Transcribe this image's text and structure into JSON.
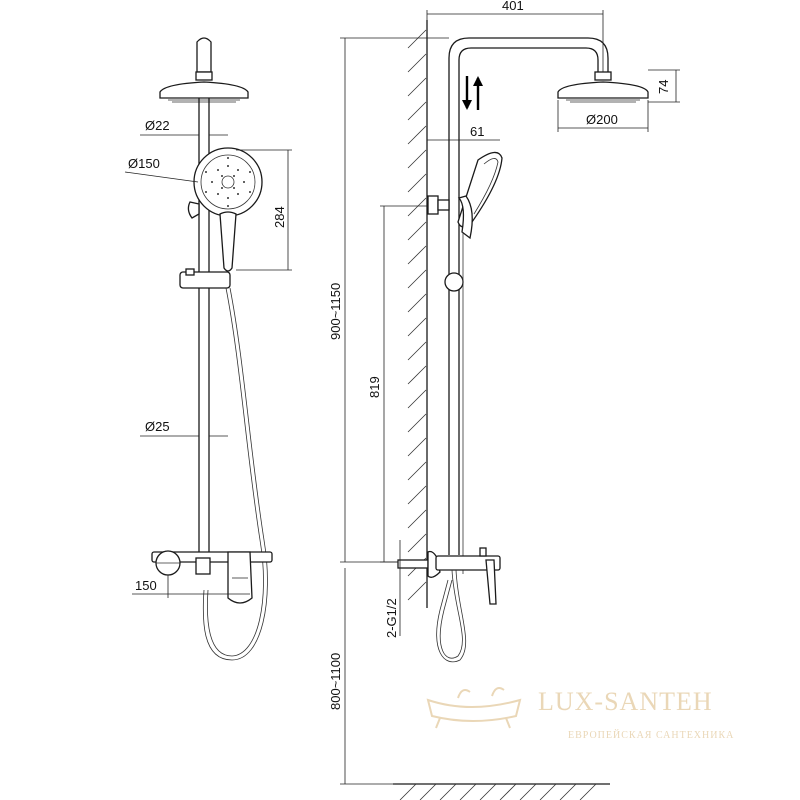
{
  "dimensions": {
    "d22": "Ø22",
    "d150": "Ø150",
    "h284": "284",
    "d25": "Ø25",
    "w150": "150",
    "w401": "401",
    "h74": "74",
    "d200": "Ø200",
    "w61": "61",
    "h819": "819",
    "range_900_1150": "900~1150",
    "thread": "2-G1/2",
    "range_800_1100": "800~1100"
  },
  "watermark": {
    "brand": "LUX-SANTEH",
    "tagline": "ЕВРОПЕЙСКАЯ САНТЕХНИКА"
  },
  "colors": {
    "line": "#1a1a1a",
    "watermark": "#ead7b7"
  }
}
